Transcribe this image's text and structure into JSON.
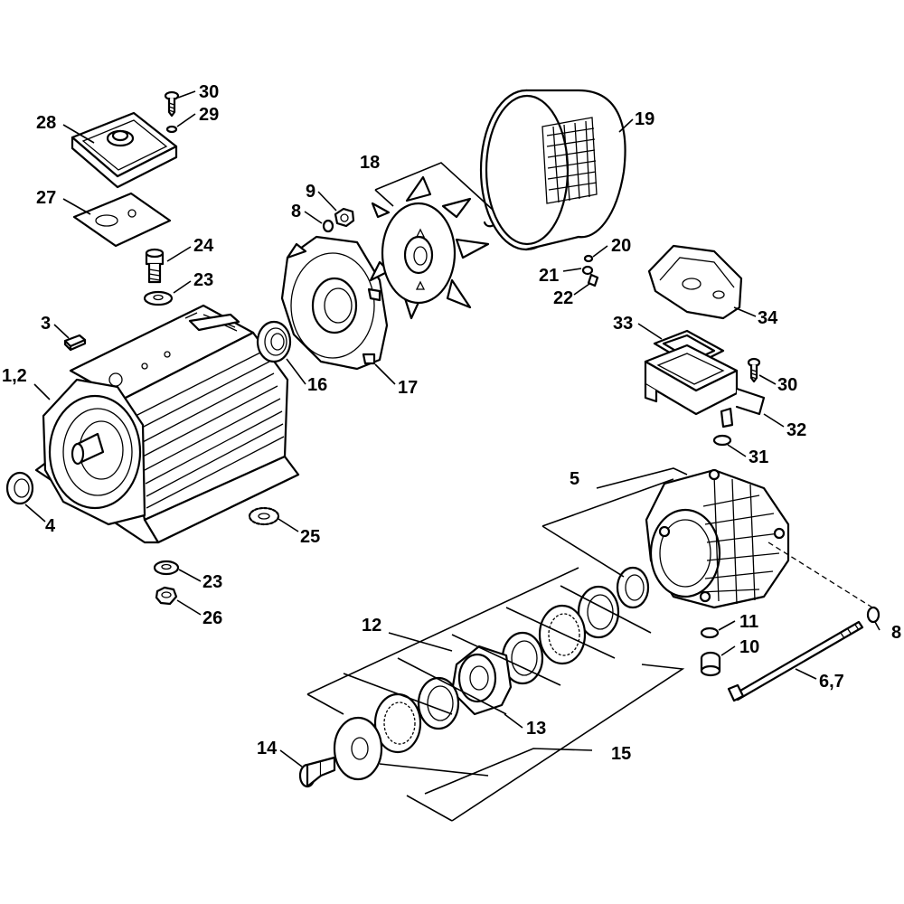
{
  "labels": [
    {
      "id": "p30a",
      "text": "30"
    },
    {
      "id": "p29",
      "text": "29"
    },
    {
      "id": "p28",
      "text": "28"
    },
    {
      "id": "p27",
      "text": "27"
    },
    {
      "id": "p24",
      "text": "24"
    },
    {
      "id": "p23a",
      "text": "23"
    },
    {
      "id": "p3",
      "text": "3"
    },
    {
      "id": "p12x",
      "text": "1,2"
    },
    {
      "id": "p4",
      "text": "4"
    },
    {
      "id": "p25",
      "text": "25"
    },
    {
      "id": "p23b",
      "text": "23"
    },
    {
      "id": "p26",
      "text": "26"
    },
    {
      "id": "p9",
      "text": "9"
    },
    {
      "id": "p8a",
      "text": "8"
    },
    {
      "id": "p16",
      "text": "16"
    },
    {
      "id": "p17",
      "text": "17"
    },
    {
      "id": "p18",
      "text": "18"
    },
    {
      "id": "p19",
      "text": "19"
    },
    {
      "id": "p20",
      "text": "20"
    },
    {
      "id": "p21",
      "text": "21"
    },
    {
      "id": "p22",
      "text": "22"
    },
    {
      "id": "p34",
      "text": "34"
    },
    {
      "id": "p33",
      "text": "33"
    },
    {
      "id": "p30b",
      "text": "30"
    },
    {
      "id": "p32",
      "text": "32"
    },
    {
      "id": "p31",
      "text": "31"
    },
    {
      "id": "p5",
      "text": "5"
    },
    {
      "id": "p11",
      "text": "11"
    },
    {
      "id": "p8b",
      "text": "8"
    },
    {
      "id": "p10",
      "text": "10"
    },
    {
      "id": "p67",
      "text": "6,7"
    },
    {
      "id": "p12",
      "text": "12"
    },
    {
      "id": "p13",
      "text": "13"
    },
    {
      "id": "p14",
      "text": "14"
    },
    {
      "id": "p15",
      "text": "15"
    }
  ]
}
